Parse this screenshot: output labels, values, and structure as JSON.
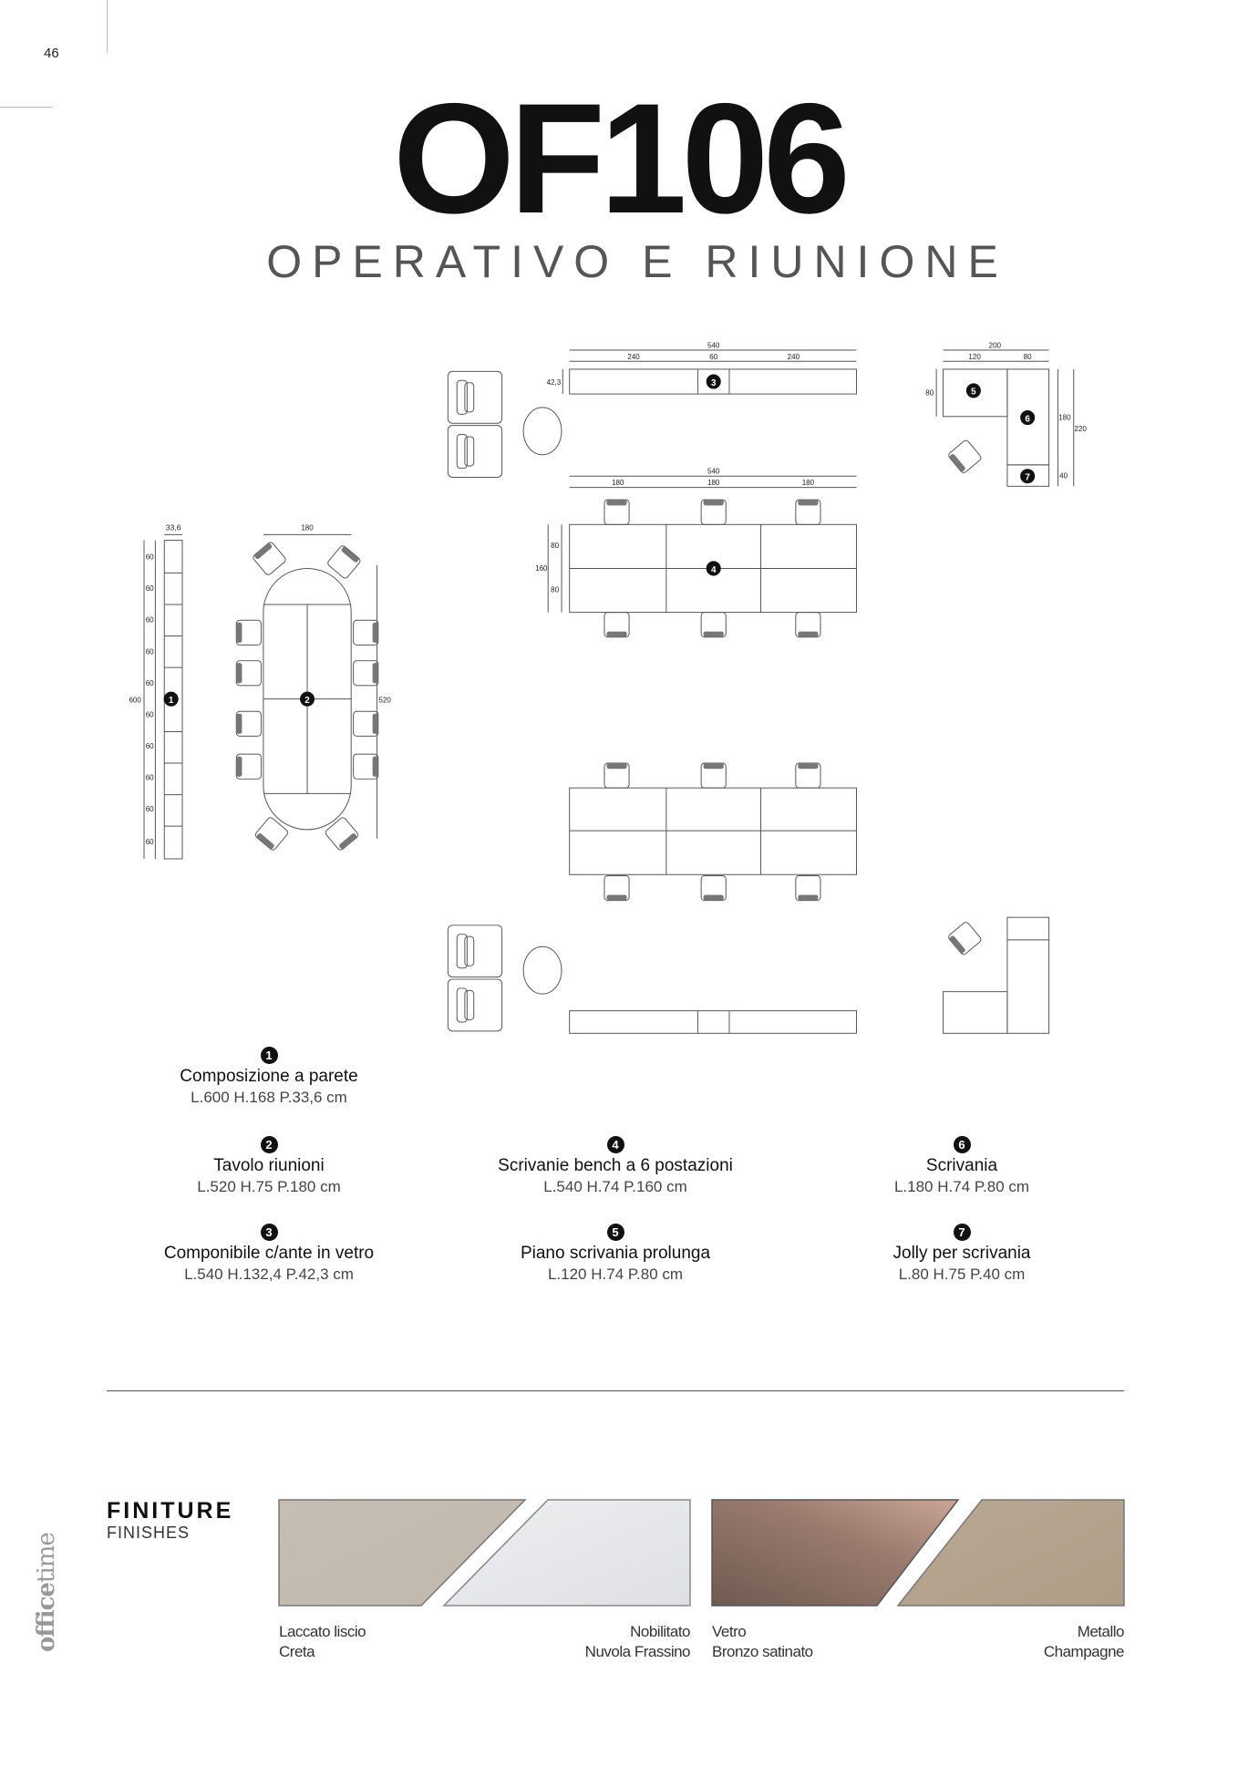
{
  "page_number": "46",
  "title": "OF106",
  "subtitle": "OPERATIVO E RIUNIONE",
  "drawing_labels": {
    "wall_width": "33,6",
    "wall_module": "60",
    "wall_total": "600",
    "table_width": "180",
    "table_length": "520",
    "storage_total": "540",
    "storage_side": "240",
    "storage_mid": "60",
    "storage_depth": "42,3",
    "bench_total": "540",
    "bench_module": "180",
    "bench_depth": "160",
    "bench_half": "80",
    "l_total": "200",
    "l_ext": "120",
    "l_desk": "80",
    "l_ext_depth": "80",
    "l_desk_len": "180",
    "l_overall": "220",
    "l_jolly": "40"
  },
  "items": [
    {
      "num": "1",
      "name": "Composizione a parete",
      "dims": "L.600 H.168 P.33,6 cm"
    },
    {
      "num": "2",
      "name": "Tavolo riunioni",
      "dims": "L.520 H.75 P.180 cm"
    },
    {
      "num": "3",
      "name": "Componibile c/ante in vetro",
      "dims": "L.540 H.132,4 P.42,3 cm"
    },
    {
      "num": "4",
      "name": "Scrivanie bench a 6 postazioni",
      "dims": "L.540 H.74 P.160 cm"
    },
    {
      "num": "5",
      "name": "Piano scrivania prolunga",
      "dims": "L.120 H.74 P.80 cm"
    },
    {
      "num": "6",
      "name": "Scrivania",
      "dims": "L.180 H.74 P.80 cm"
    },
    {
      "num": "7",
      "name": "Jolly per scrivania",
      "dims": "L.80 H.75 P.40 cm"
    }
  ],
  "finishes": {
    "title": "FINITURE",
    "subtitle": "FINISHES",
    "swatches": [
      {
        "line1": "Laccato liscio",
        "line2": "Creta",
        "color": "#c4bcb1"
      },
      {
        "line1": "Nobilitato",
        "line2": "Nuvola Frassino",
        "color": "#e6e7e9"
      },
      {
        "line1": "Vetro",
        "line2": "Bronzo satinato",
        "color": "#8a6e62"
      },
      {
        "line1": "Metallo",
        "line2": "Champagne",
        "color": "#b4a38e"
      }
    ]
  },
  "brand": {
    "part1": "office",
    "part2": "time"
  }
}
